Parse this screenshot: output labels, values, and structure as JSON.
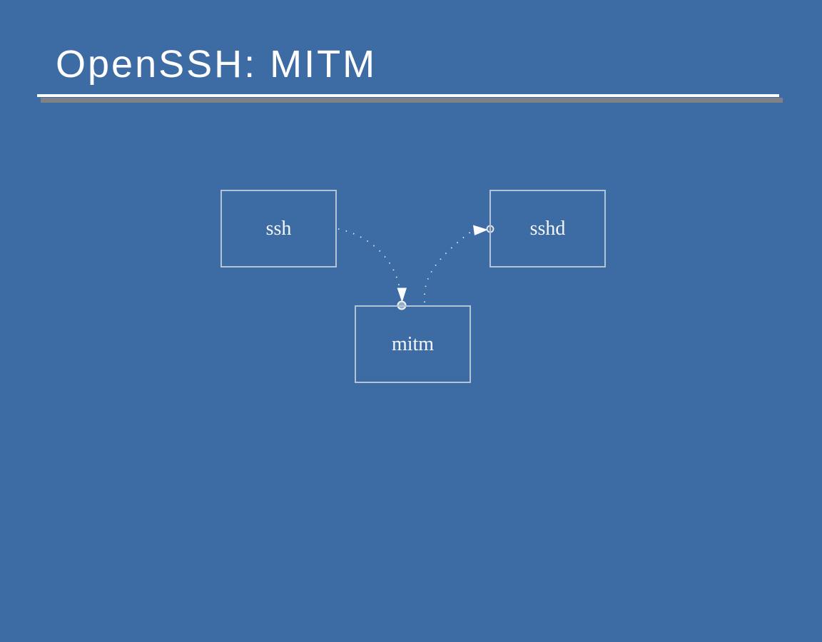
{
  "slide": {
    "title": "OpenSSH: MITM",
    "background_color": "#3d6ca4",
    "title_color": "#ffffff",
    "underline_color": "#fdfdfd",
    "underline_shadow_color": "#7f8184"
  },
  "diagram": {
    "box_border_color": "#b4c3d6",
    "label_color": "#f5f7fa",
    "connector_color": "#ffffff",
    "connector_style": "dotted-curve",
    "nodes": [
      {
        "id": "ssh",
        "label": "ssh"
      },
      {
        "id": "sshd",
        "label": "sshd"
      },
      {
        "id": "mitm",
        "label": "mitm"
      }
    ],
    "edges": [
      {
        "from": "ssh",
        "to": "mitm",
        "arrow": "filled-triangle-down",
        "handle": "circle-on-mitm-top"
      },
      {
        "from": "mitm",
        "to": "sshd",
        "arrow": "filled-triangle-right",
        "handle": "ring-on-sshd-left"
      }
    ]
  }
}
